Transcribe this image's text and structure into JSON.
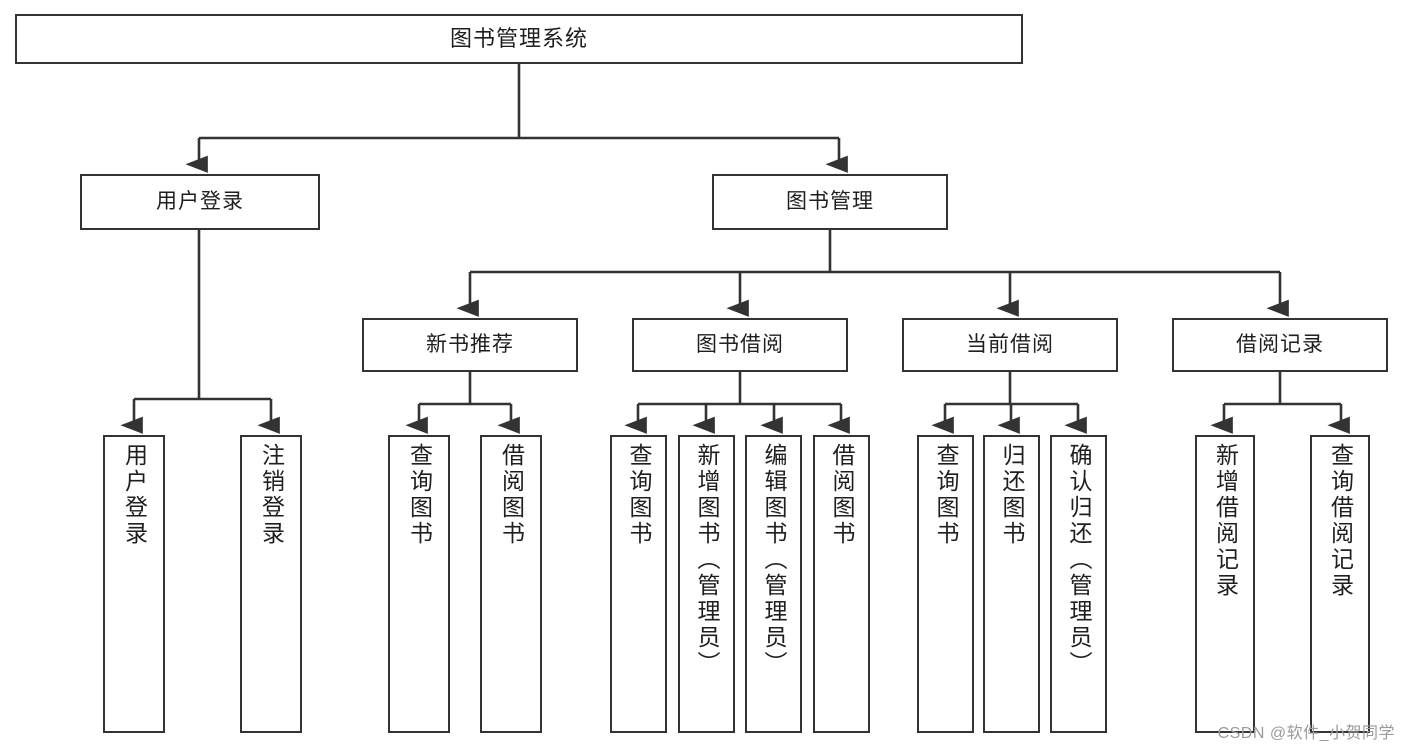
{
  "diagram": {
    "title": "图书管理系统",
    "type": "tree-hierarchy",
    "orientation": "top-down",
    "line_color": "#333333",
    "box_fill": "#ffffff",
    "text_color": "#1f1f1f",
    "root": {
      "label": "图书管理系统"
    },
    "level2": [
      {
        "label": "用户登录"
      },
      {
        "label": "图书管理"
      }
    ],
    "level3": [
      {
        "label": "新书推荐"
      },
      {
        "label": "图书借阅"
      },
      {
        "label": "当前借阅"
      },
      {
        "label": "借阅记录"
      }
    ],
    "leaves": {
      "user_login": [
        {
          "label": "用户登录"
        },
        {
          "label": "注销登录"
        }
      ],
      "new_book_recommend": [
        {
          "label": "查询图书"
        },
        {
          "label": "借阅图书"
        }
      ],
      "book_borrow": [
        {
          "label": "查询图书"
        },
        {
          "label": "新增图书（管理员）"
        },
        {
          "label": "编辑图书（管理员）"
        },
        {
          "label": "借阅图书"
        }
      ],
      "current_borrow": [
        {
          "label": "查询图书"
        },
        {
          "label": "归还图书"
        },
        {
          "label": "确认归还（管理员）"
        }
      ],
      "borrow_record": [
        {
          "label": "新增借阅记录"
        },
        {
          "label": "查询借阅记录"
        }
      ]
    }
  },
  "watermark": {
    "text": "CSDN @软件_小贺同学",
    "color": "#9a9a9a"
  }
}
